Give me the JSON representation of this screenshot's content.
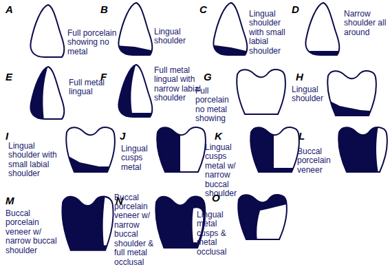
{
  "diagram": {
    "labels": [
      "A",
      "Full porcelain showing no metal",
      "B",
      "Lingual shoulder",
      "C",
      "Lingual shoulder with small labial shoulder",
      "D",
      "Narrow shoulder all around",
      "E",
      "Full metal lingual",
      "F",
      "Full metal lingual with narrow labial shoulder",
      "G",
      "Full porcelain no metal showing",
      "H",
      "Lingual shoulder",
      "I",
      "Lingual shoulder with small labial shoulder",
      "J",
      "Lingual cusps metal",
      "K",
      "Lingual cusps metal w/ narrow buccal shoulder",
      "L",
      "Buccal porcelain veneer",
      "M",
      "Buccal porcelain veneer w/ narrow buccal shoulder",
      "N",
      "Buccal porcelain veneer w/ narrow buccal shoulder & full metal occlusal",
      "O",
      "Lingual metal cusps & metal occlusal"
    ]
  }
}
